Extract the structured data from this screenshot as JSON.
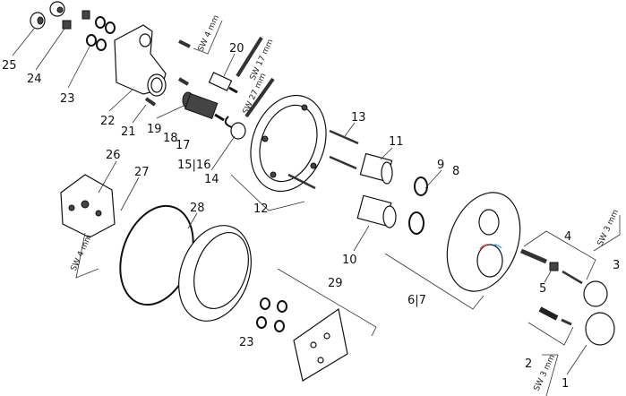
{
  "title": "Exploded parts diagram",
  "part_labels": {
    "p1": "1",
    "p2": "2",
    "p3": "3",
    "p4": "4",
    "p5": "5",
    "p6_7": "6|7",
    "p8": "8",
    "p9": "9",
    "p10": "10",
    "p11": "11",
    "p12": "12",
    "p13": "13",
    "p14": "14",
    "p15_16": "15|16",
    "p17": "17",
    "p18": "18",
    "p19": "19",
    "p20": "20",
    "p21": "21",
    "p22": "22",
    "p23a": "23",
    "p23b": "23",
    "p24": "24",
    "p25": "25",
    "p26": "26",
    "p27": "27",
    "p28": "28",
    "p29": "29"
  },
  "tool_labels": {
    "hex_key_top": "SW 4 mm",
    "wrench_17": "SW 17 mm",
    "wrench_27": "SW 27 mm",
    "hex_key_left": "SW 4 mm",
    "hex_key_right": "SW 3 mm",
    "hex_key_bottom": "SW 3 mm"
  },
  "colors": {
    "hot": "#e05050",
    "cold": "#50b0e0"
  }
}
